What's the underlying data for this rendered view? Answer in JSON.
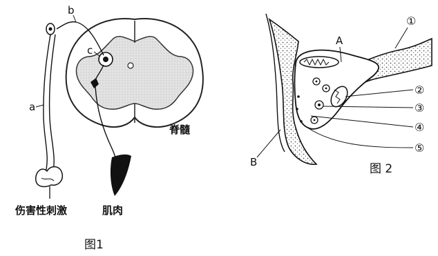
{
  "figure1": {
    "label_a": "a",
    "label_b": "b",
    "label_c": "c",
    "spinal_cord": "脊髓",
    "stimulus": "伤害性刺激",
    "muscle": "肌肉",
    "caption": "图1"
  },
  "figure2": {
    "label_A": "A",
    "label_B": "B",
    "marker_1": "①",
    "marker_2": "②",
    "marker_3": "③",
    "marker_4": "④",
    "marker_5": "⑤",
    "caption": "图 2"
  }
}
